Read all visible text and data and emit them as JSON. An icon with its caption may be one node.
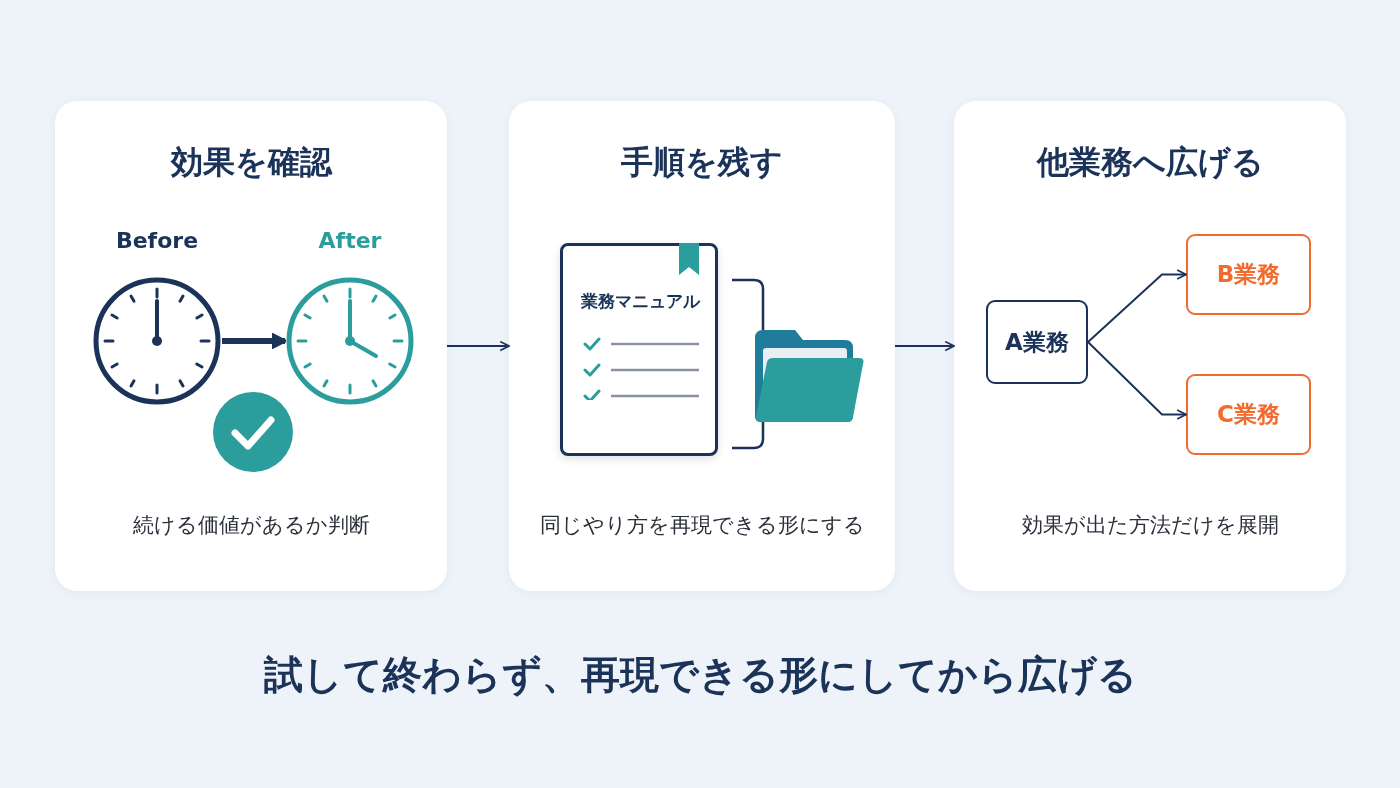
{
  "diagram": {
    "caption": "試して終わらず、再現できる形にしてから広げる",
    "nodes": [
      {
        "text": [
          "効果を確認",
          "続ける価値があるか判断"
        ]
      },
      {
        "text": [
          "Before"
        ],
        "in": 0
      },
      {
        "text": [
          "After"
        ],
        "in": 0
      },
      {
        "text": [
          "手順を残す",
          "同じやり方を再現できる形にする"
        ]
      },
      {
        "text": [
          "業務マニュアル"
        ],
        "in": 3
      },
      {
        "text": [
          "他業務へ広げる",
          "効果が出た方法だけを展開"
        ]
      },
      {
        "text": [
          "A業務"
        ],
        "in": 5
      },
      {
        "text": [
          "B業務"
        ],
        "in": 5
      },
      {
        "text": [
          "C業務"
        ],
        "in": 5
      }
    ],
    "edges": [
      {
        "from": 0,
        "to": 3,
        "arrow": "to"
      },
      {
        "from": 3,
        "to": 5,
        "arrow": "to"
      },
      {
        "from": 1,
        "to": 2,
        "arrow": "to",
        "style": "thick"
      },
      {
        "from": 6,
        "to": 7,
        "arrow": "to"
      },
      {
        "from": 6,
        "to": 8,
        "arrow": "to"
      }
    ]
  }
}
